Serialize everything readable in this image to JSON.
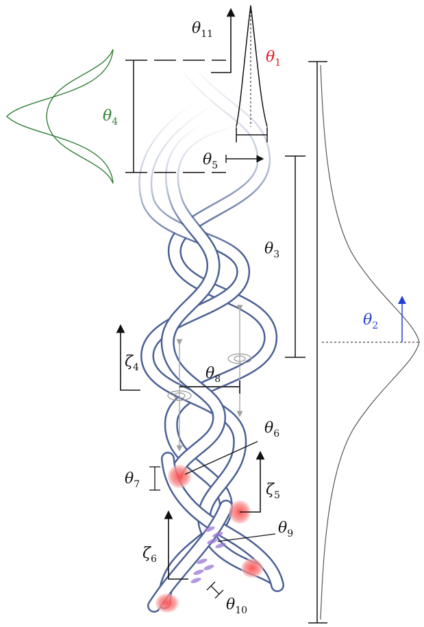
{
  "labels": {
    "theta1": {
      "sym": "θ",
      "sub": "1",
      "color": "#e8141b"
    },
    "theta2": {
      "sym": "θ",
      "sub": "2",
      "color": "#1f3fd6"
    },
    "theta3": {
      "sym": "θ",
      "sub": "3"
    },
    "theta4": {
      "sym": "θ",
      "sub": "4",
      "color": "#2e7d32"
    },
    "theta5": {
      "sym": "θ",
      "sub": "5"
    },
    "theta6": {
      "sym": "θ",
      "sub": "6"
    },
    "theta7": {
      "sym": "θ",
      "sub": "7"
    },
    "theta8": {
      "sym": "θ",
      "sub": "8"
    },
    "theta9": {
      "sym": "θ",
      "sub": "9"
    },
    "theta10": {
      "sym": "θ",
      "sub": "10"
    },
    "theta11": {
      "sym": "θ",
      "sub": "11"
    },
    "zeta4": {
      "sym": "ζ",
      "sub": "4"
    },
    "zeta5": {
      "sym": "ζ",
      "sub": "5"
    },
    "zeta6": {
      "sym": "ζ",
      "sub": "6"
    }
  },
  "colors": {
    "strand": "#4a5f94",
    "ink": "#111111",
    "gray_arrow": "#9a9a9a",
    "blob": "#f26a6a",
    "purple": "#9a78d6"
  }
}
